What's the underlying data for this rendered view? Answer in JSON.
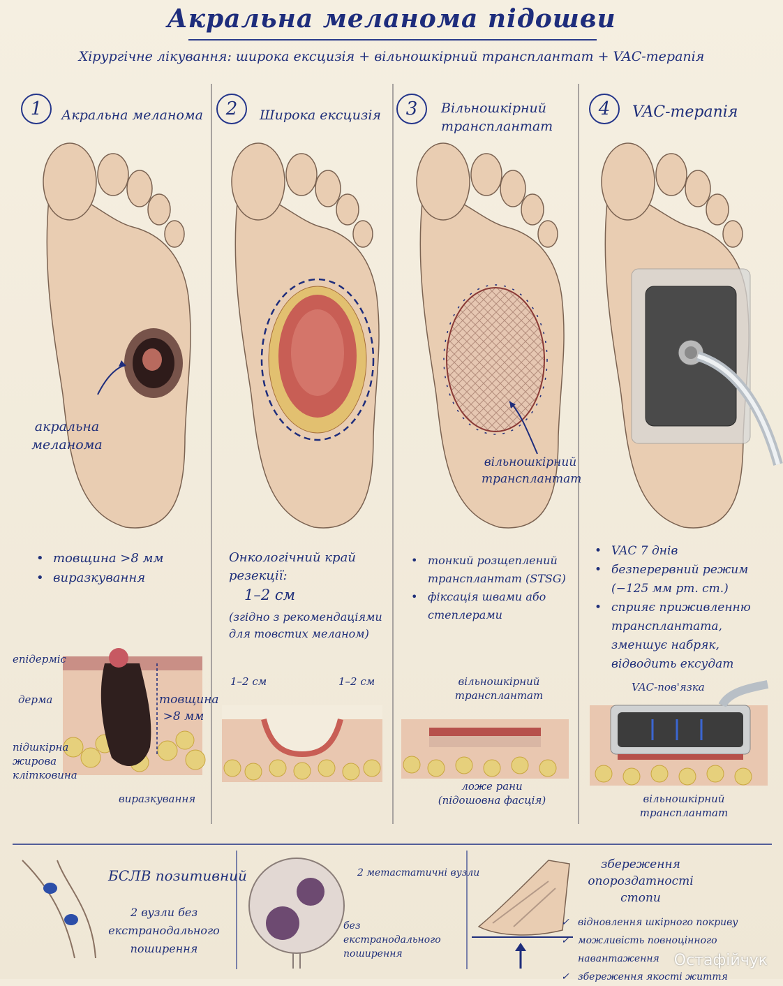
{
  "header": {
    "title": "Акральна меланома підошви",
    "subtitle": "Хірургічне лікування:  широка ексцизія  +  вільношкірний трансплантат  +  VAC-терапія"
  },
  "colors": {
    "ink": "#1e2d7c",
    "skin": "#e8c9ad",
    "lesion": "#3a2422",
    "wound": "#c65a55",
    "fat": "#e7cf78"
  },
  "steps": [
    {
      "number": "1",
      "title": "Акральна меланома",
      "label": "акральна меланома",
      "bullets": [
        "товщина >8 мм",
        "виразкування"
      ]
    },
    {
      "number": "2",
      "title": "Широка ексцизія",
      "margin_title": "Онкологічний край резекції:",
      "margin_value": "1–2 см",
      "margin_note": "(згідно з рекомендаціями для товстих меланом)"
    },
    {
      "number": "3",
      "title": "Вільношкірний трансплантат",
      "label": "вільношкірний трансплантат",
      "bullets": [
        "тонкий розщеплений трансплантат (STSG)",
        "фіксація швами або степлерами"
      ]
    },
    {
      "number": "4",
      "title": "VAC-терапія",
      "bullets": [
        "VAC 7 днів",
        "безперервний режим (−125 мм рт. ст.)",
        "сприяє приживленню трансплантата, зменшує набряк, відводить ексудат"
      ]
    }
  ],
  "sections": {
    "s1": {
      "epidermis": "епідерміс",
      "dermis": "дерма",
      "subcut": "підшкірна жирова клітковина",
      "thickness": "товщина >8 мм",
      "ulceration": "виразкування"
    },
    "s2": {
      "margin_left": "1–2 см",
      "margin_right": "1–2 см"
    },
    "s3": {
      "graft": "вільношкірний трансплантат",
      "bed": "ложе рани (підошовна фасція)"
    },
    "s4": {
      "dressing": "VAC-пов'язка",
      "graft": "вільношкірний трансплантат"
    }
  },
  "bottom": {
    "slnb_title": "БСЛВ позитивний",
    "slnb_note": "2 вузли без екстранодального поширення",
    "node_top": "2 метастатичні вузли",
    "node_bottom": "без екстранодального поширення",
    "function_title": "збереження опороздатності стопи",
    "checks": [
      "відновлення шкірного покриву",
      "можливість повноцінного навантаження",
      "збереження якості життя"
    ]
  },
  "signature": "Остафійчук"
}
